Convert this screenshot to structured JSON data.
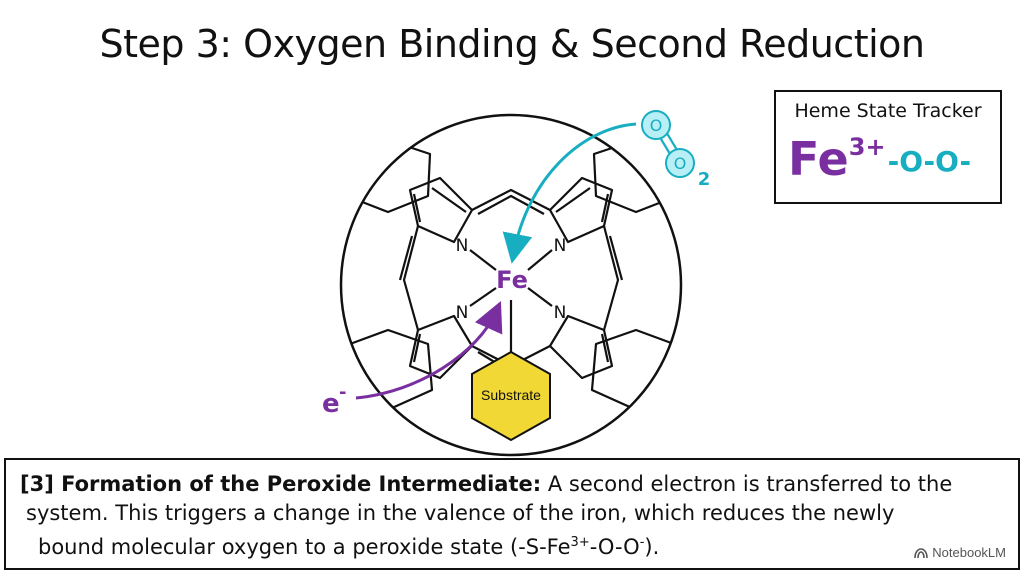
{
  "title": "Step 3: Oxygen Binding & Second Reduction",
  "tracker": {
    "title": "Heme State Tracker",
    "fe": "Fe",
    "charge": "3+",
    "ligand": "-O-O-"
  },
  "diagram": {
    "iron_label": "Fe",
    "nitrogen_label": "N",
    "substrate_label": "Substrate",
    "oxygen_atom": "O",
    "o2_subscript": "2",
    "o2_symbol": "O",
    "electron_symbol": "e",
    "electron_charge": "-"
  },
  "caption": {
    "heading": "[3] Formation of the Peroxide Intermediate:",
    "line1": "A second electron is transferred to the",
    "line2": "system. This triggers a change in the valence of the iron, which reduces the newly",
    "line3_pre": "bound molecular oxygen to a peroxide state (-S-Fe",
    "line3_sup": "3+",
    "line3_mid": "-O-O",
    "line3_sup2": "-",
    "line3_end": ")."
  },
  "brand": "NotebookLM",
  "colors": {
    "iron": "#7a2fa0",
    "oxygen": "#17aec1",
    "oxygen_fill": "#b8eef5",
    "substrate": "#f2d835"
  }
}
